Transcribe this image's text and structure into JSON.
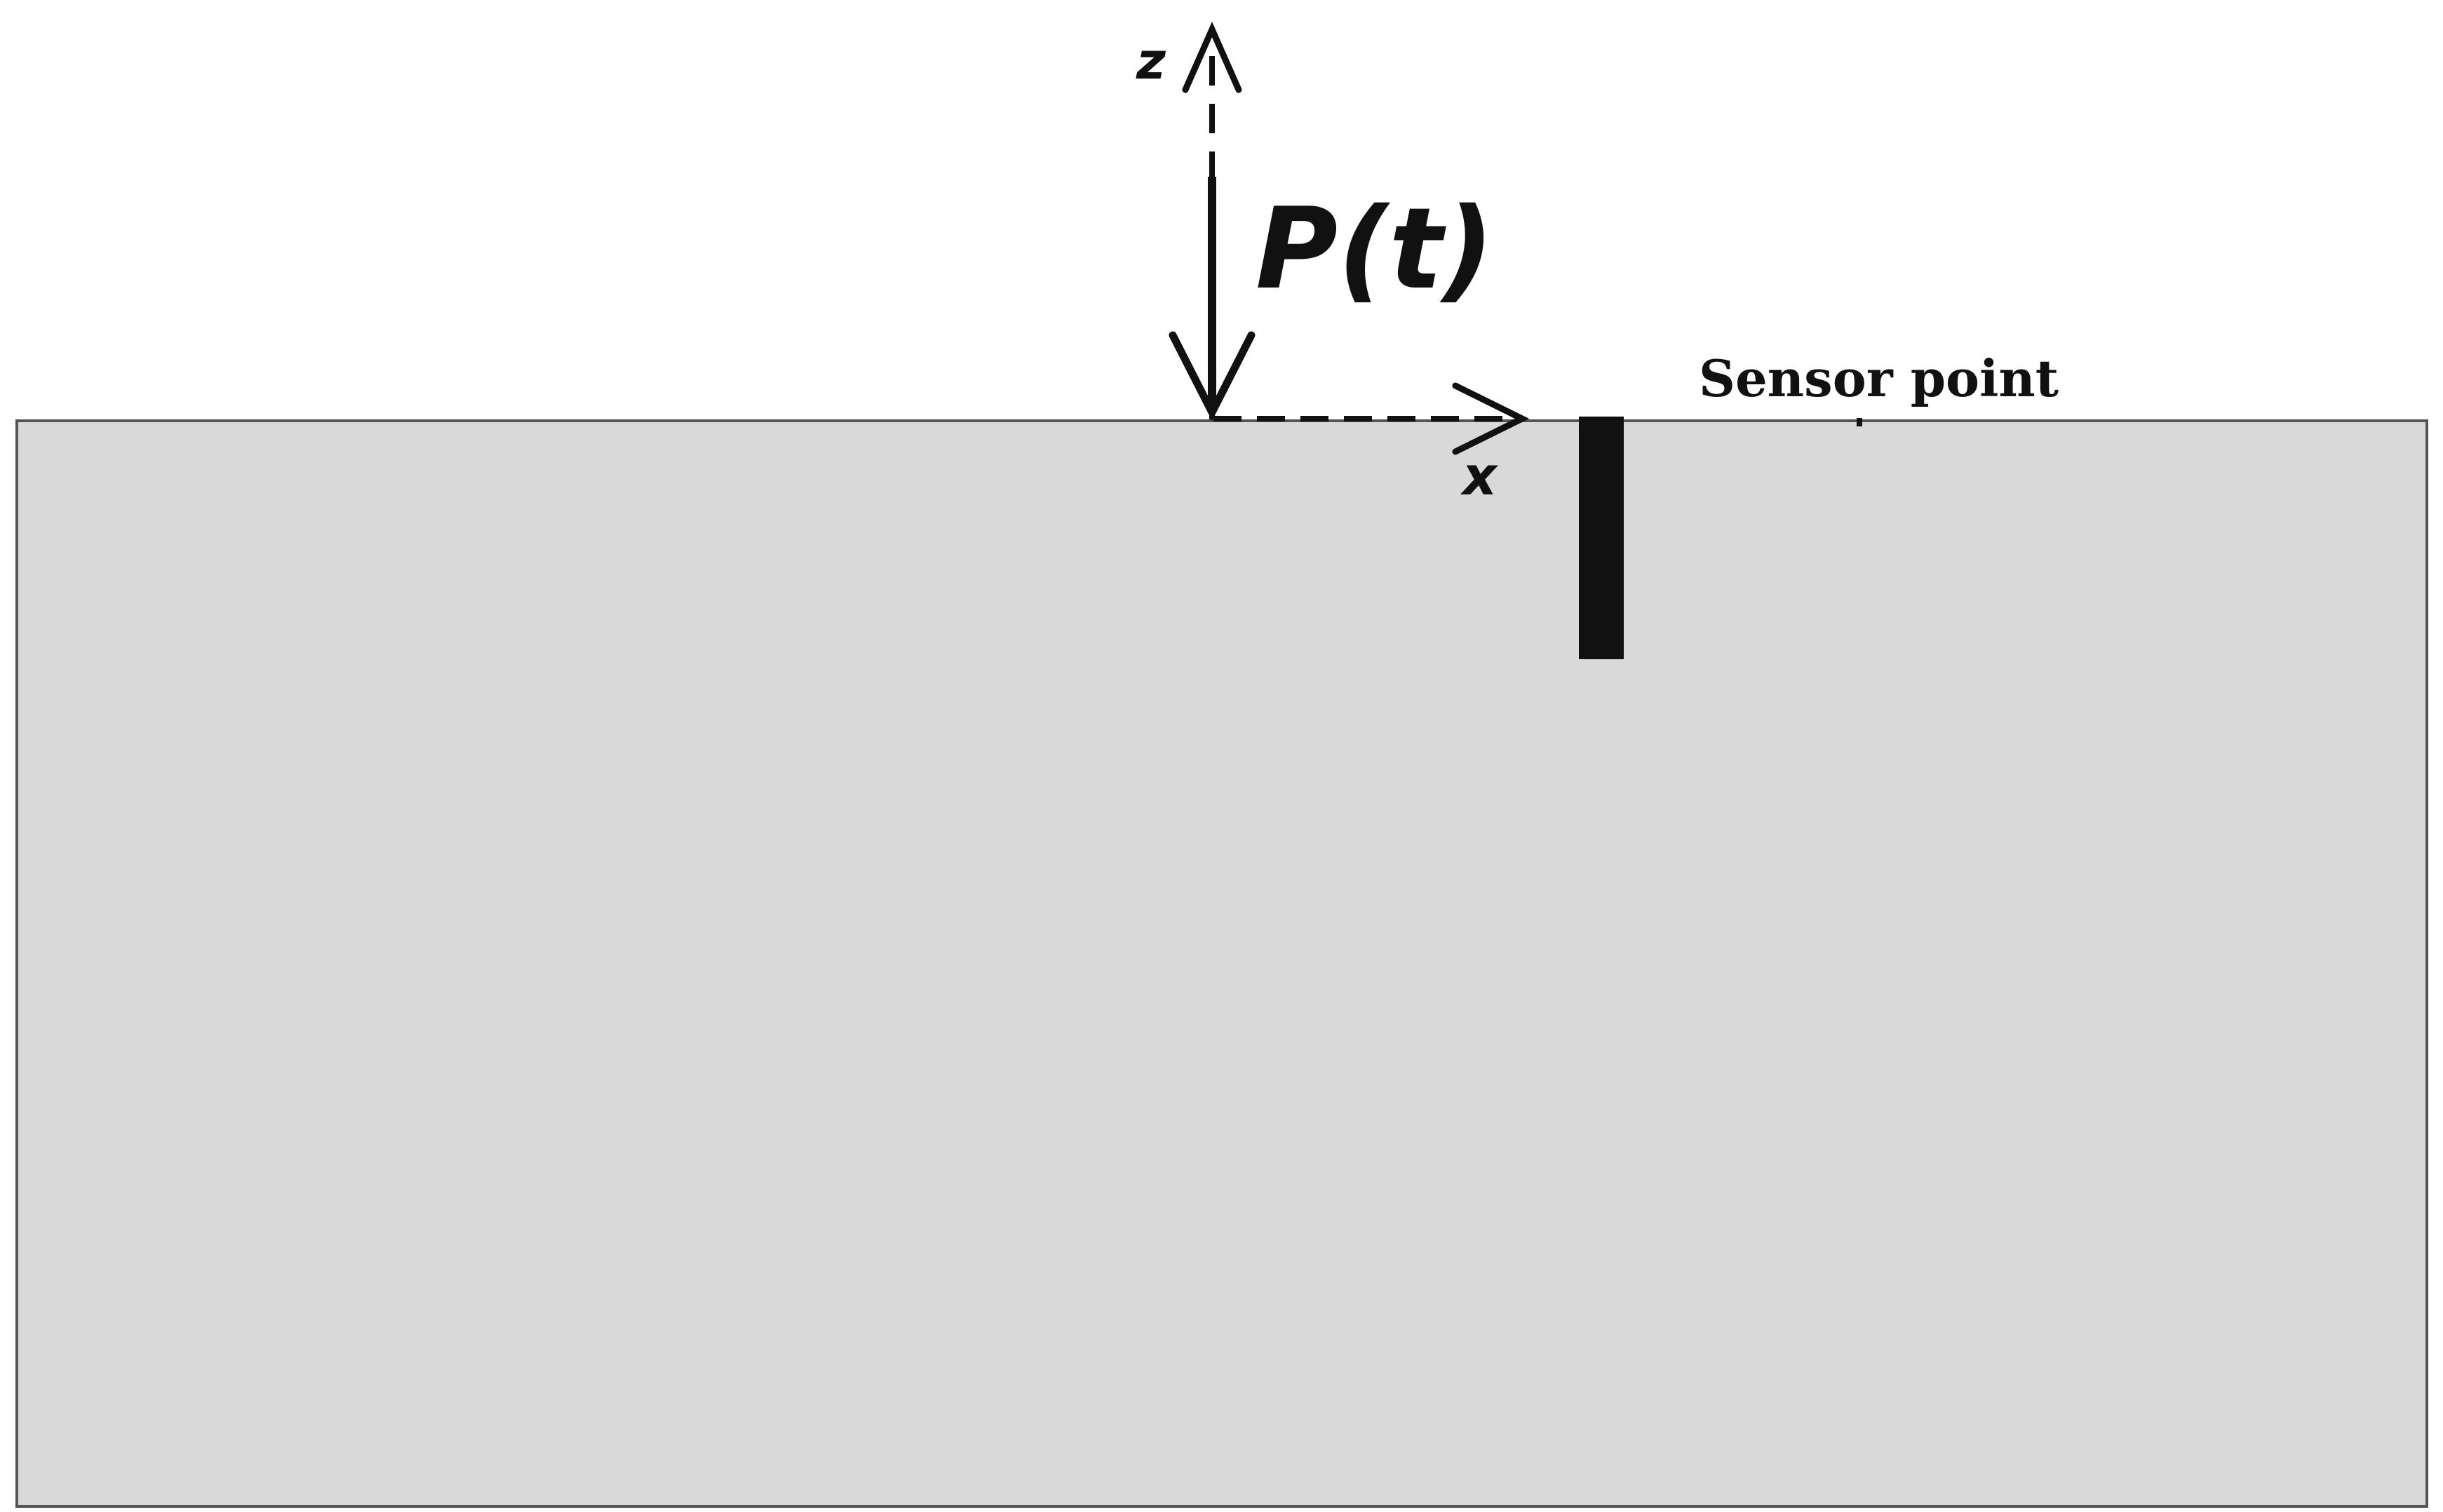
{
  "diagram": {
    "labels": {
      "z_axis": "z",
      "x_axis": "x",
      "load": "P(t)",
      "sensor": "Sensor point"
    },
    "colors": {
      "medium_fill": "#d9d9d9",
      "medium_border": "#555555",
      "ink": "#111111",
      "background": "#ffffff"
    }
  }
}
